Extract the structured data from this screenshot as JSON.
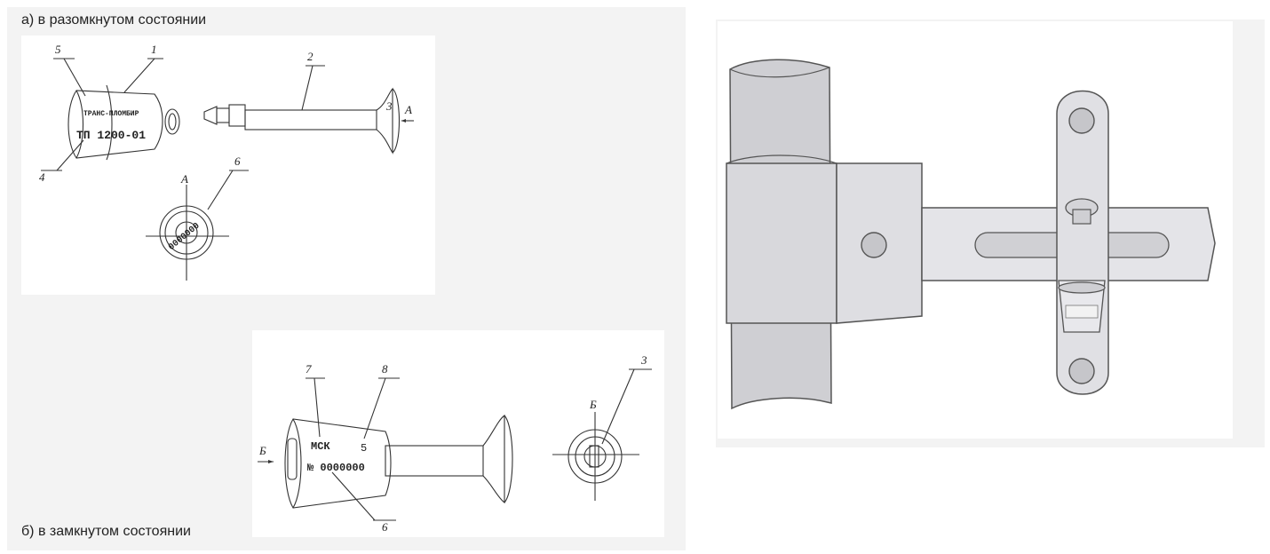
{
  "captions": {
    "closed_open": "а) в разомкнутом состоянии",
    "closed_locked": "б) в замкнутом состоянии"
  },
  "figure_a": {
    "labels": [
      "5",
      "1",
      "2",
      "A",
      "4",
      "6",
      "A"
    ],
    "stamp_line1": "ТРАНС-ПЛОМБИР",
    "stamp_line2": "ТП  1200-01",
    "ring_text": "0000000",
    "pin_mark": "3"
  },
  "figure_b": {
    "labels": [
      "7",
      "8",
      "6",
      "3",
      "Б",
      "Б"
    ],
    "stamp_line1": "МСК",
    "stamp_num": "5",
    "stamp_line2": "№ 0000000"
  }
}
